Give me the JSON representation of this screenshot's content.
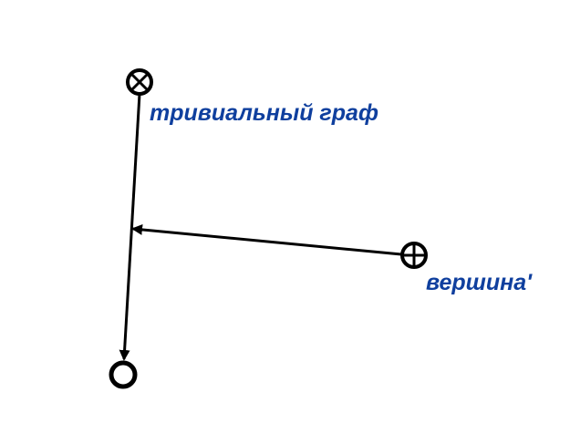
{
  "labels": {
    "trivial_graph": "тривиальный граф",
    "vertex": "вершина'"
  },
  "nodes": [
    {
      "id": "top",
      "symbol": "circle-times"
    },
    {
      "id": "right",
      "symbol": "circle-plus"
    },
    {
      "id": "bottom",
      "symbol": "open-circle"
    }
  ],
  "edges": [
    {
      "from": "top",
      "to": "bottom",
      "arrow": "end"
    },
    {
      "from": "right",
      "to": "top-bottom-edge",
      "arrow": "end"
    }
  ],
  "colors": {
    "label_color": "#0f3f9e",
    "line_color": "#000000"
  }
}
